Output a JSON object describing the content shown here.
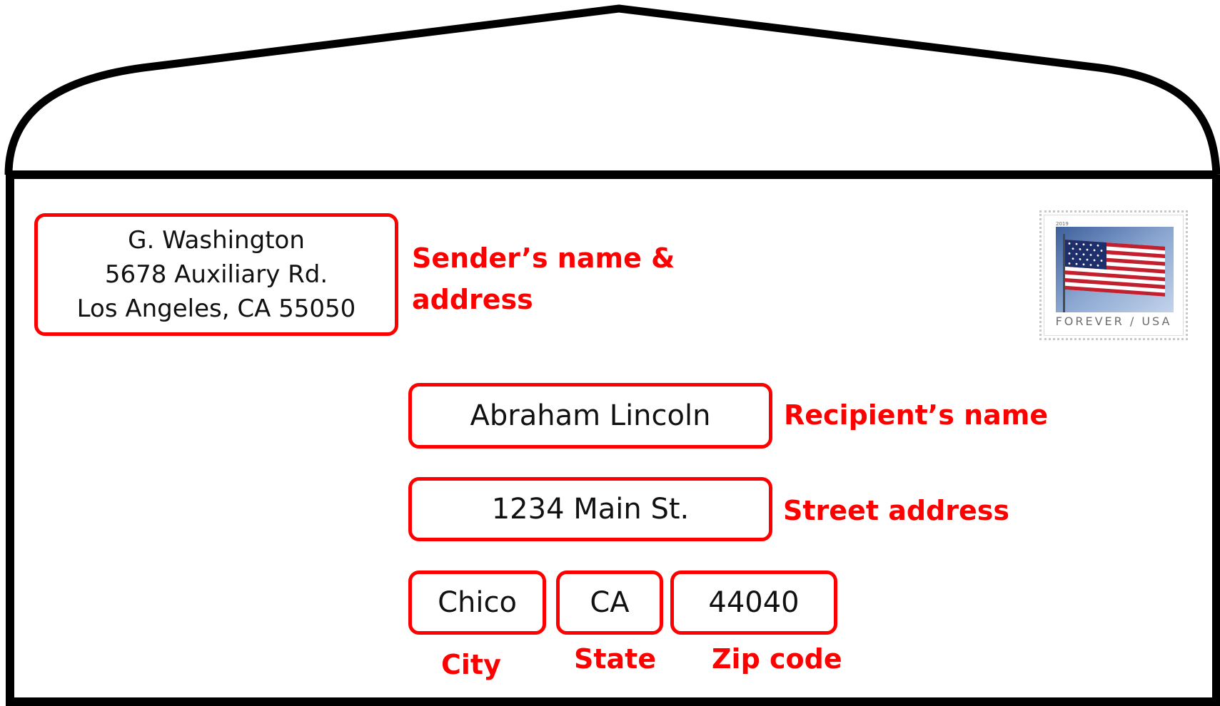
{
  "sender": {
    "lines": [
      "G. Washington",
      "5678 Auxiliary Rd.",
      "Los Angeles, CA 55050"
    ],
    "label_lines": [
      "Sender’s name &",
      "address"
    ]
  },
  "recipient": {
    "name": "Abraham Lincoln",
    "name_label": "Recipient’s name",
    "street": "1234 Main St.",
    "street_label": "Street address",
    "city": "Chico",
    "city_label": "City",
    "state": "CA",
    "state_label": "State",
    "zip": "44040",
    "zip_label": "Zip code"
  },
  "stamp": {
    "year": "2019",
    "text": "FOREVER / USA",
    "icon": "us-flag-icon"
  },
  "colors": {
    "accent": "#ff0000",
    "outline": "#000000",
    "text": "#111111"
  }
}
